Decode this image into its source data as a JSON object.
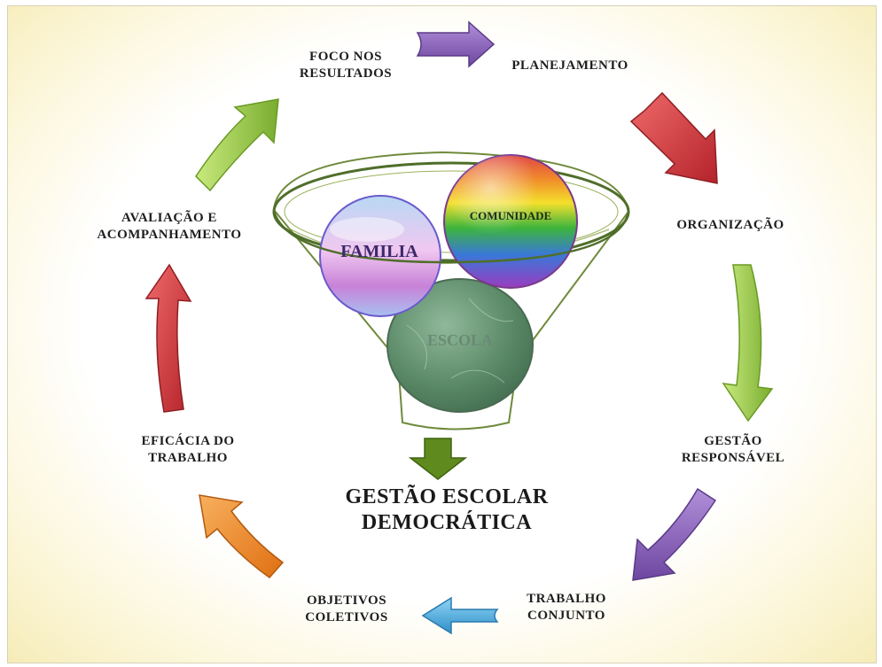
{
  "center": {
    "title_line1": "GESTÃO ESCOLAR",
    "title_line2": "DEMOCRÁTICA"
  },
  "funnel": {
    "familia": "FAMILIA",
    "comunidade": "COMUNIDADE",
    "escola": "ESCOLA"
  },
  "cycle": [
    {
      "line1": "FOCO NOS",
      "line2": "RESULTADOS"
    },
    {
      "line1": "PLANEJAMENTO",
      "line2": ""
    },
    {
      "line1": "ORGANIZAÇÃO",
      "line2": ""
    },
    {
      "line1": "GESTÃO",
      "line2": "RESPONSÁVEL"
    },
    {
      "line1": "TRABALHO",
      "line2": "CONJUNTO"
    },
    {
      "line1": "OBJETIVOS",
      "line2": "COLETIVOS"
    },
    {
      "line1": "EFICÁCIA DO",
      "line2": "TRABALHO"
    },
    {
      "line1": "AVALIAÇÃO E",
      "line2": "ACOMPANHAMENTO"
    }
  ],
  "colors": {
    "purple": "#8a62b8",
    "red": "#d13a3e",
    "green": "#9fce4c",
    "blue": "#4aaee0",
    "orange": "#f28b2c",
    "down_arrow": "#6b8e23"
  }
}
